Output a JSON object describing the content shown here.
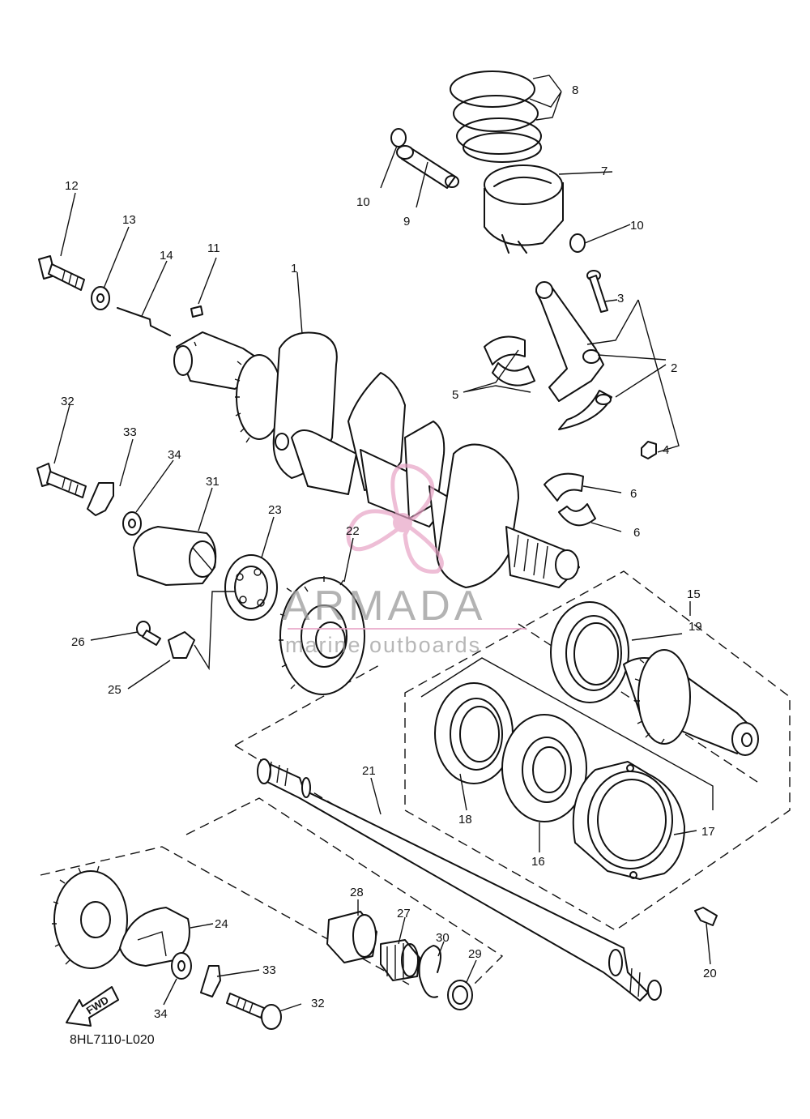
{
  "diagram": {
    "code": "8HL7110-L020",
    "fwd_label": "FWD",
    "watermark": {
      "brand": "ARMADA",
      "tagline": "marine outboards",
      "color": "#e8a3c6"
    },
    "callouts": [
      "1",
      "2",
      "3",
      "4",
      "5",
      "6",
      "6",
      "7",
      "8",
      "9",
      "10",
      "10",
      "11",
      "12",
      "13",
      "14",
      "15",
      "16",
      "17",
      "18",
      "19",
      "20",
      "21",
      "22",
      "23",
      "24",
      "25",
      "26",
      "27",
      "28",
      "29",
      "30",
      "31",
      "32",
      "32",
      "33",
      "33",
      "34",
      "34"
    ]
  }
}
